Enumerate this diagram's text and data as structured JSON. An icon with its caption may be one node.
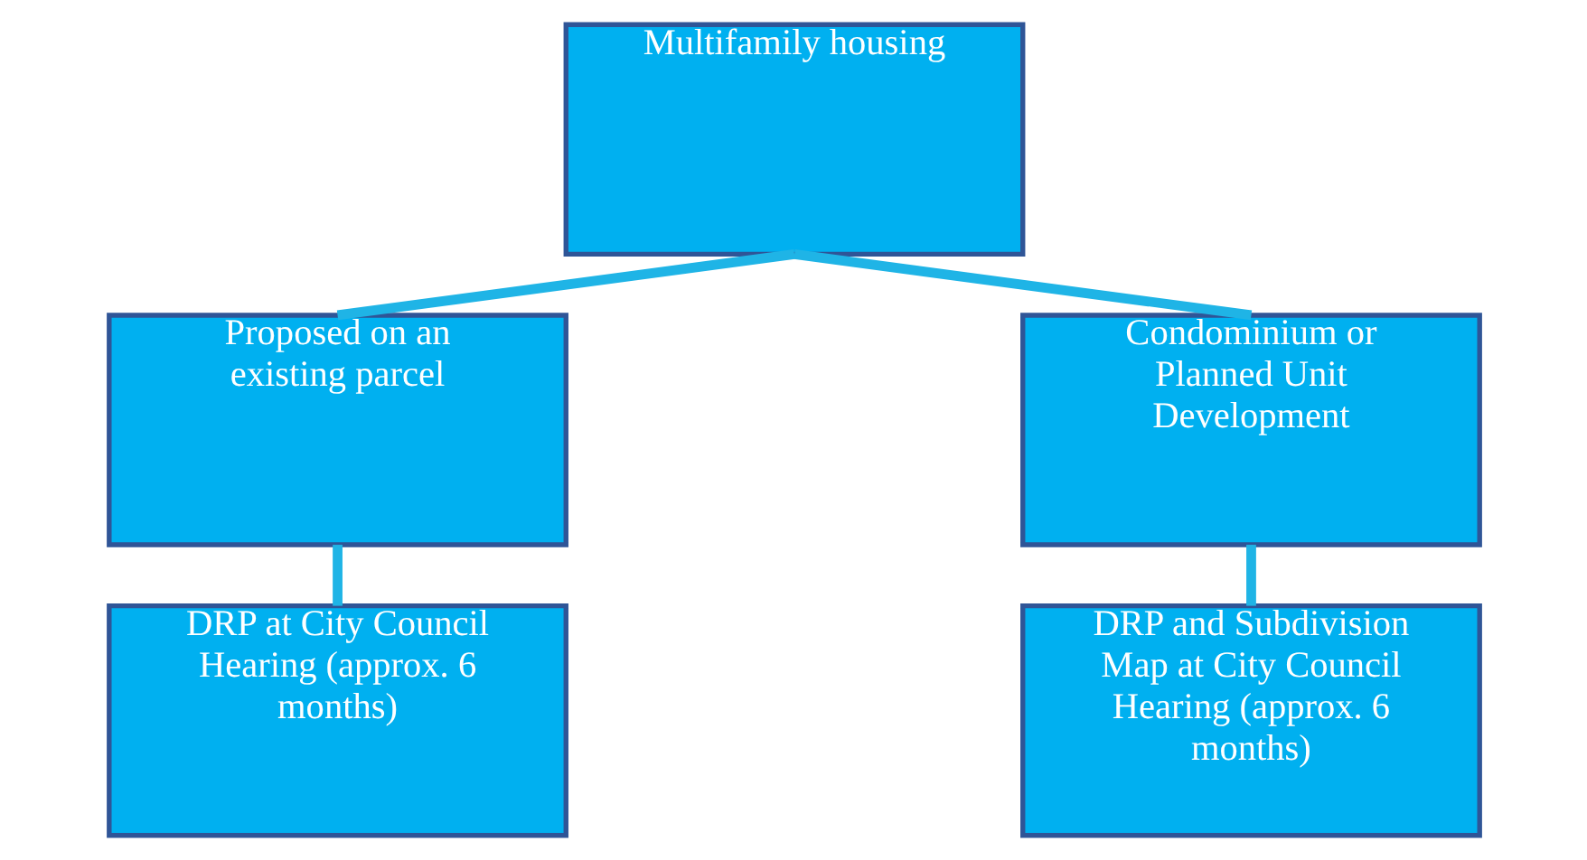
{
  "diagram": {
    "nodes": [
      {
        "text": [
          "Multifamily housing"
        ]
      },
      {
        "text": [
          "Proposed on an existing parcel"
        ]
      },
      {
        "text": [
          "Condominium or Planned Unit Development"
        ]
      },
      {
        "text": [
          "DRP at City Council Hearing (approx. 6 months)"
        ]
      },
      {
        "text": [
          "DRP and Subdivision Map at City Council Hearing (approx. 6 months)"
        ]
      }
    ],
    "edges": [
      {
        "from": 0,
        "to": 1,
        "arrow": "none"
      },
      {
        "from": 0,
        "to": 2,
        "arrow": "none"
      },
      {
        "from": 1,
        "to": 3,
        "arrow": "none"
      },
      {
        "from": 2,
        "to": 4,
        "arrow": "none"
      }
    ]
  }
}
